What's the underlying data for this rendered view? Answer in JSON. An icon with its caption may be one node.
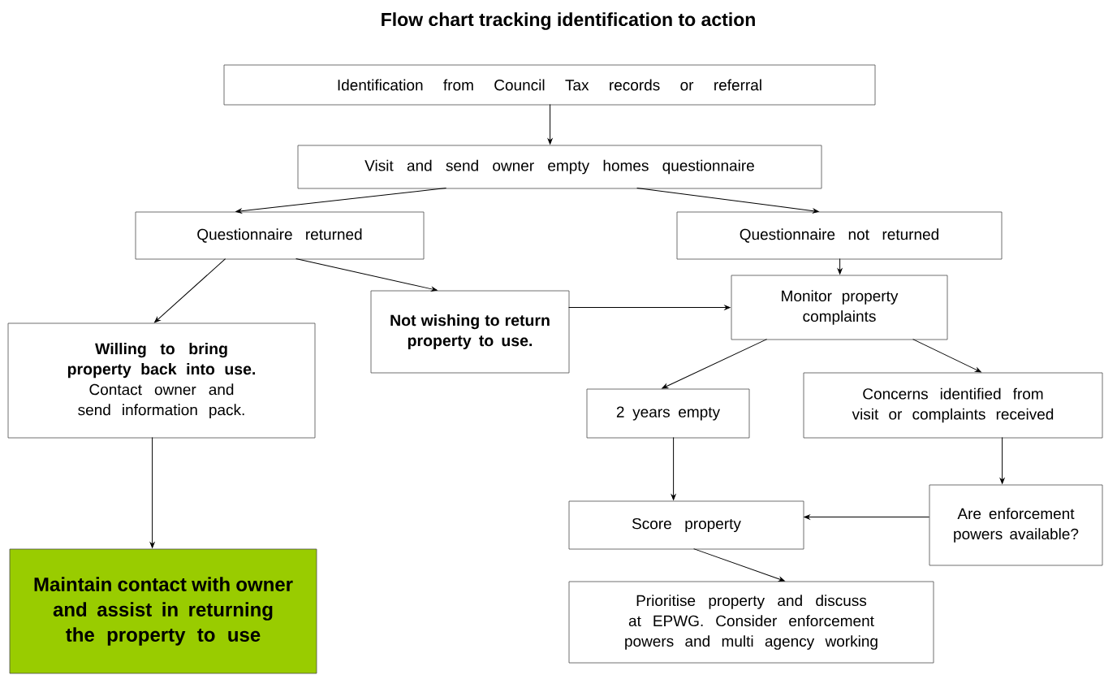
{
  "diagram": {
    "title": "Flow chart tracking identification to action",
    "nodes": [
      {
        "text": [
          "Identification from Council Tax records or referral"
        ]
      },
      {
        "text": [
          "Visit and send owner empty homes questionnaire"
        ]
      },
      {
        "text": [
          "Questionnaire returned"
        ]
      },
      {
        "text": [
          "Questionnaire not returned"
        ]
      },
      {
        "text": [
          "Willing to bring property back into use.",
          "Contact owner and send information pack."
        ]
      },
      {
        "text": [
          "Not wishing to return property to use."
        ]
      },
      {
        "text": [
          "Monitor property complaints"
        ]
      },
      {
        "text": [
          "2 years empty"
        ]
      },
      {
        "text": [
          "Concerns identified from visit or complaints received"
        ]
      },
      {
        "text": [
          "Score property"
        ]
      },
      {
        "text": [
          "Are enforcement powers available?"
        ]
      },
      {
        "text": [
          "Prioritise property and discuss at EPWG. Consider enforcement powers and multi agency working"
        ]
      },
      {
        "text": [
          "Maintain contact with owner and assist in returning the property to use"
        ]
      }
    ],
    "edges": [
      {
        "from": 0,
        "to": 1,
        "arrow": "to"
      },
      {
        "from": 1,
        "to": 2,
        "arrow": "to"
      },
      {
        "from": 1,
        "to": 3,
        "arrow": "to"
      },
      {
        "from": 2,
        "to": 4,
        "arrow": "to"
      },
      {
        "from": 2,
        "to": 5,
        "arrow": "to"
      },
      {
        "from": 3,
        "to": 6,
        "arrow": "to"
      },
      {
        "from": 5,
        "to": 6,
        "arrow": "to"
      },
      {
        "from": 6,
        "to": 7,
        "arrow": "to"
      },
      {
        "from": 6,
        "to": 8,
        "arrow": "to"
      },
      {
        "from": 4,
        "to": 12,
        "arrow": "to"
      },
      {
        "from": 7,
        "to": 9,
        "arrow": "to"
      },
      {
        "from": 8,
        "to": 10,
        "arrow": "to"
      },
      {
        "from": 10,
        "to": 9,
        "arrow": "to"
      },
      {
        "from": 9,
        "to": 11,
        "arrow": "to"
      }
    ]
  }
}
